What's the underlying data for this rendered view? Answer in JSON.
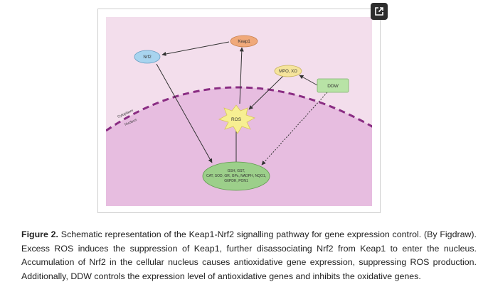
{
  "figure": {
    "toolbar": {
      "open_icon": "external-link-icon"
    },
    "diagram": {
      "regions": {
        "cytoplasm": "Cytoplasm",
        "nucleus": "Nucleus"
      },
      "nodes": {
        "nrf2": "Nrf2",
        "keap1": "Keap1",
        "mpo_xo": "MPO, XO",
        "ddw": "DDW",
        "ros": "ROS",
        "genes_line1": "GSH, GST,",
        "genes_line2": "CAT, SOD, GR, GPx, NADPH, NQO1,",
        "genes_line3": "G6PDH, PON1"
      },
      "colors": {
        "cytoplasm": "#f3deec",
        "nucleus": "#e7bde0",
        "membrane": "#8a2d83",
        "nrf2_fill": "#a8d4ef",
        "keap1_fill": "#f0a97a",
        "mpo_fill": "#f5e49c",
        "ddw_fill": "#b8e3a6",
        "ros_fill": "#f7ef92",
        "genes_fill": "#9ccf8a"
      }
    },
    "caption": {
      "label": "Figure 2.",
      "text": " Schematic representation of the Keap1-Nrf2 signalling pathway for gene expression control. (By Figdraw). Excess ROS induces the suppression of Keap1, further disassociating Nrf2 from Keap1 to enter the nucleus. Accumulation of Nrf2 in the cellular nucleus causes antioxidative gene expression, suppressing ROS production. Additionally, DDW controls the expression level of antioxidative genes and inhibits the oxidative genes."
    }
  }
}
